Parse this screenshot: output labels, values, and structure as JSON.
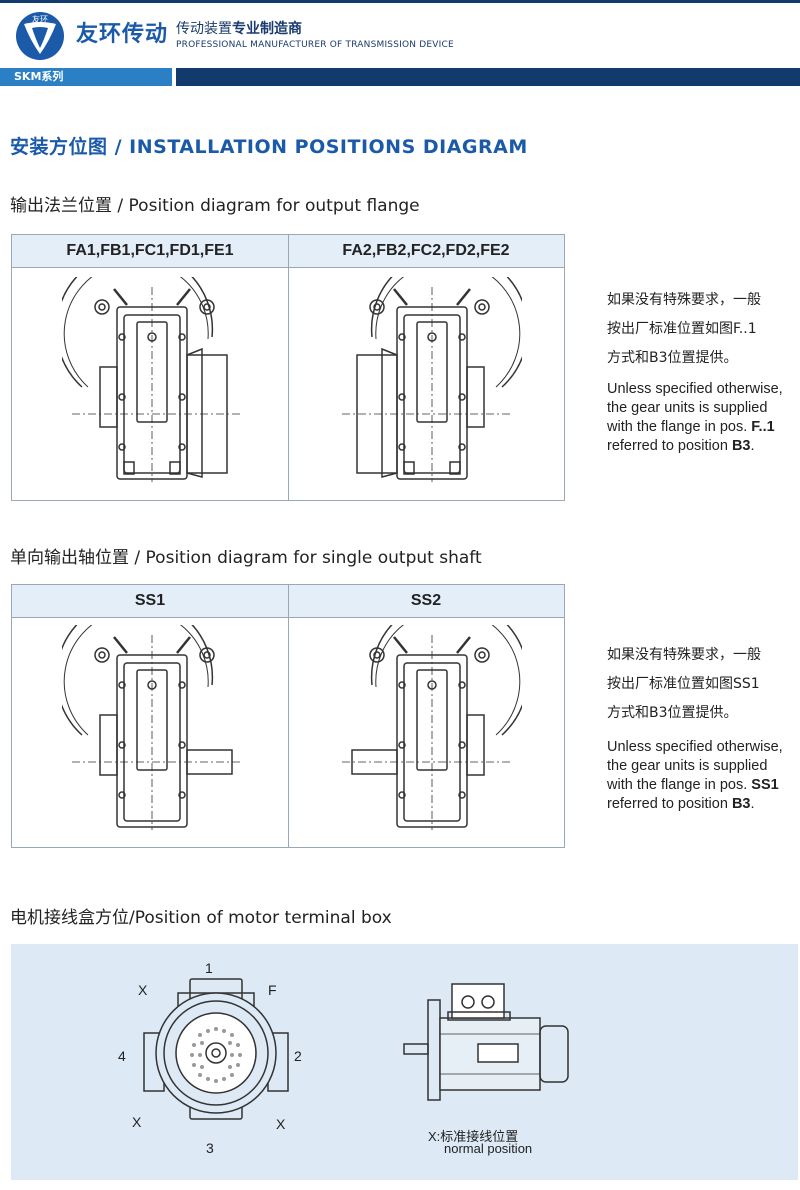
{
  "header": {
    "brand_cn": "友环传动",
    "logo_text": "友环",
    "tagline_cn_prefix": "传动装置",
    "tagline_cn_bold": "专业制造商",
    "tagline_en": "PROFESSIONAL MANUFACTURER OF TRANSMISSION DEVICE",
    "series": "SKM系列"
  },
  "title": "安装方位图 / INSTALLATION POSITIONS DIAGRAM",
  "flange": {
    "title": "输出法兰位置 / Position diagram for output flange",
    "col1": "FA1,FB1,FC1,FD1,FE1",
    "col2": "FA2,FB2,FC2,FD2,FE2",
    "note_cn": [
      "如果没有特殊要求，一般",
      "按出厂标准位置如图F..1",
      "方式和B3位置提供。"
    ],
    "note_en": [
      "Unless specified otherwise,",
      "the gear units is supplied",
      "with the flange in pos. ",
      "F..1",
      "referred to position ",
      "B3",
      "."
    ]
  },
  "shaft": {
    "title": "单向输出轴位置 / Position diagram for single output shaft",
    "col1": "SS1",
    "col2": "SS2",
    "note_cn": [
      "如果没有特殊要求，一般",
      "按出厂标准位置如图SS1",
      "方式和B3位置提供。"
    ],
    "note_en": [
      "Unless specified otherwise,",
      "the gear units is supplied",
      "with the flange in pos. ",
      "SS1",
      "referred to position ",
      "B3",
      "."
    ]
  },
  "terminal": {
    "title": "电机接线盒方位/Position of motor terminal box",
    "labels": {
      "p1": "1",
      "p2": "2",
      "p3": "3",
      "p4": "4",
      "x_tl": "X",
      "f": "F",
      "x_bl": "X",
      "x_br": "X"
    },
    "note_cn": "X:标准接线位置",
    "note_en": "normal position"
  }
}
